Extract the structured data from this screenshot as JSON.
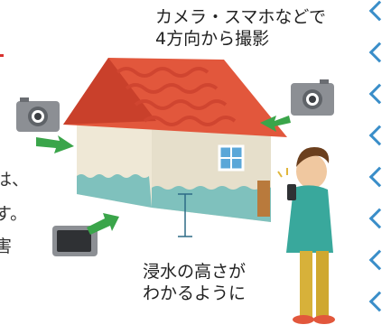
{
  "caption_top": [
    "カメラ・スマホなどで",
    "4方向から撮影"
  ],
  "caption_bottom": [
    "浸水の高さが",
    "わかるように"
  ],
  "left_fragments": [
    "は、",
    "す。",
    "害"
  ],
  "colors": {
    "roof": "#e2573c",
    "wall": "#e6dfcb",
    "flood": "#7fc1bd",
    "arrow": "#3aa54a",
    "chevron": "#3a8ec9",
    "accent_red": "#d8322f"
  },
  "icons": [
    "camera-icon",
    "camera-icon",
    "camera-icon",
    "arrow-icon",
    "house-illustration",
    "person-with-phone-icon",
    "chevron-left-icon"
  ]
}
